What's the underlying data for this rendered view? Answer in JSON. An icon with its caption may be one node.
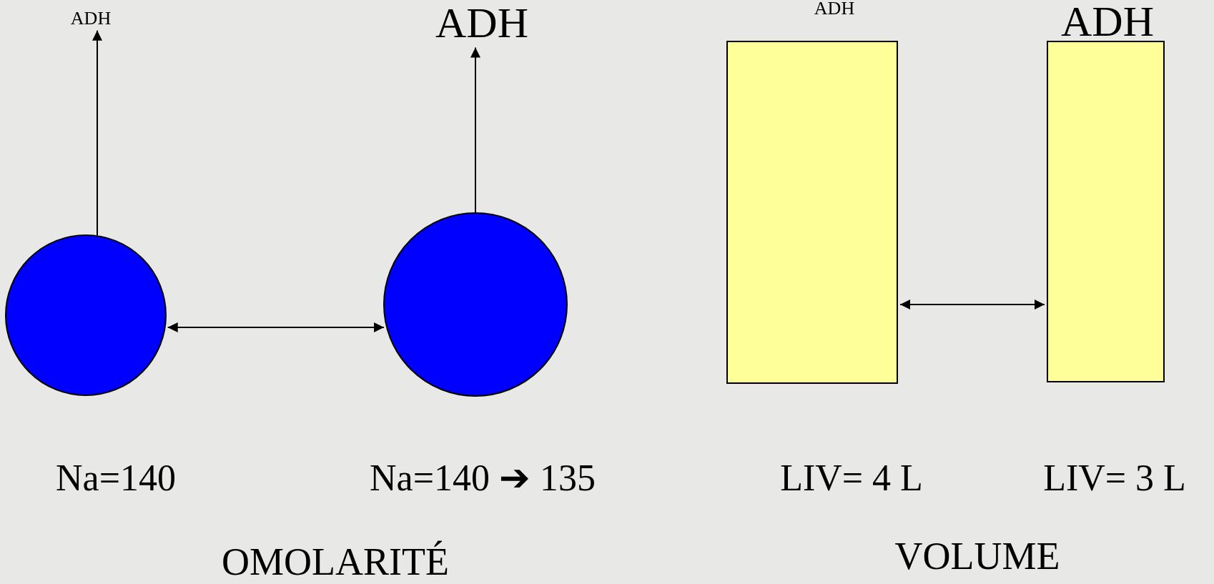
{
  "diagram": {
    "nodes": [
      {
        "text": [
          "ADH"
        ]
      },
      {
        "text": [
          "ADH"
        ]
      },
      {
        "text": [],
        "shape": "circle"
      },
      {
        "text": [],
        "shape": "circle"
      },
      {
        "text": [],
        "shape": "box"
      },
      {
        "text": [],
        "shape": "box"
      }
    ],
    "edges": [
      {
        "from": 2,
        "to": 0,
        "arrow": "to"
      },
      {
        "from": 3,
        "to": 1,
        "arrow": "to"
      },
      {
        "from": 2,
        "to": 3,
        "arrow": "both"
      },
      {
        "from": 4,
        "to": 5,
        "arrow": "both"
      }
    ],
    "labels": [
      "ADH",
      "ADH",
      "Na=140",
      "Na=140 ➔ 135",
      "LIV= 4 L",
      "LIV= 3 L",
      "OMOLARITÉ",
      "VOLUME"
    ]
  }
}
